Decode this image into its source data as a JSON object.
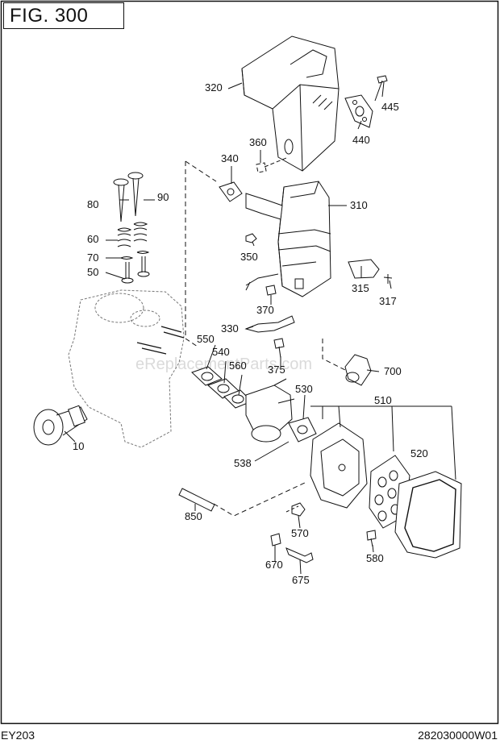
{
  "header": {
    "fig_title": "FIG. 300"
  },
  "footer": {
    "model": "EY203",
    "code": "282030000W01"
  },
  "watermark": "eReplacementParts.com",
  "callouts": {
    "c320": "320",
    "c445": "445",
    "c440": "440",
    "c360": "360",
    "c340": "340",
    "c310": "310",
    "c350": "350",
    "c315": "315",
    "c317": "317",
    "c370": "370",
    "c80": "80",
    "c90": "90",
    "c60": "60",
    "c70": "70",
    "c50": "50",
    "c330": "330",
    "c550": "550",
    "c540": "540",
    "c560": "560",
    "c375": "375",
    "c700": "700",
    "c530": "530",
    "c510": "510",
    "c520": "520",
    "c538": "538",
    "c10": "10",
    "c850": "850",
    "c570": "570",
    "c580": "580",
    "c670": "670",
    "c675": "675"
  }
}
